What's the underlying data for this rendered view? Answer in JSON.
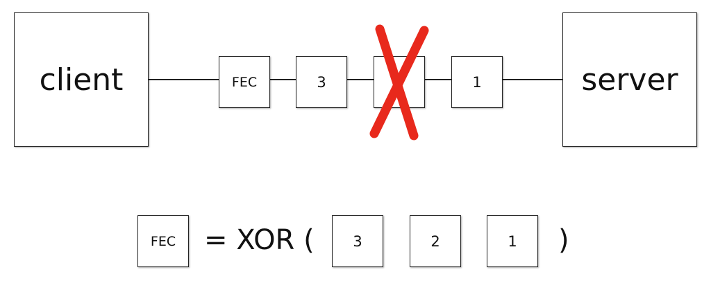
{
  "diagram": {
    "client_label": "client",
    "server_label": "server",
    "packets": [
      {
        "id": "fec",
        "label": "FEC",
        "lost": false
      },
      {
        "id": "p3",
        "label": "3",
        "lost": false
      },
      {
        "id": "p2",
        "label": "",
        "lost": true
      },
      {
        "id": "p1",
        "label": "1",
        "lost": false
      }
    ],
    "loss_mark_color": "#e8291c"
  },
  "equation": {
    "lhs_label": "FEC",
    "operator_text": "= XOR (",
    "operands": [
      "3",
      "2",
      "1"
    ],
    "close_text": ")"
  }
}
